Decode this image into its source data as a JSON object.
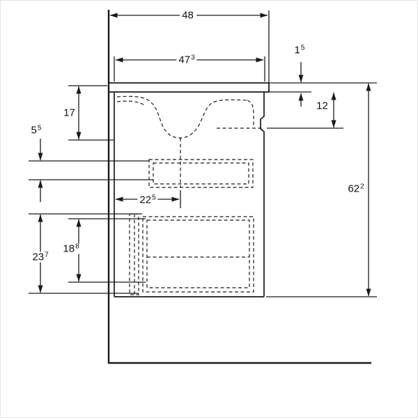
{
  "page": {
    "background": "#ffffff",
    "line_color": "#1a1a1a"
  },
  "dimensions": {
    "total_width": {
      "value": "48",
      "sup": ""
    },
    "cabinet_width": {
      "value": "47",
      "sup": "3"
    },
    "washtop_thickness": {
      "value": "1",
      "sup": "5"
    },
    "basin_depth": {
      "value": "17",
      "sup": ""
    },
    "siphon_clearance": {
      "value": "5",
      "sup": "5"
    },
    "apron_height": {
      "value": "12",
      "sup": ""
    },
    "drain_offset": {
      "value": "22",
      "sup": "5"
    },
    "total_height": {
      "value": "62",
      "sup": "2"
    },
    "lower_drawer_inner_height": {
      "value": "18",
      "sup": "8"
    },
    "lower_drawer_front_height": {
      "value": "23",
      "sup": "7"
    }
  }
}
